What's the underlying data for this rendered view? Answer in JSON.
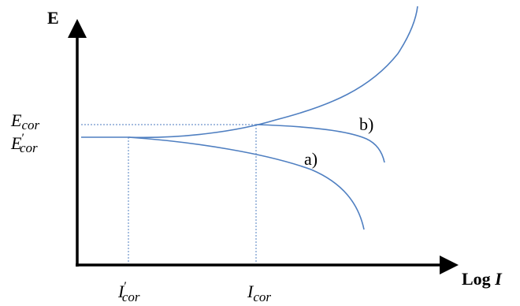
{
  "axes": {
    "y_label": "E",
    "x_label_prefix": "Log ",
    "x_label_var": "I"
  },
  "levels": {
    "e_cor": {
      "base": "E",
      "sub": "cor",
      "prime": ""
    },
    "e_cor_prime": {
      "base": "E",
      "sub": "cor",
      "prime": "′"
    }
  },
  "currents": {
    "i_cor_prime": {
      "base": "I",
      "sub": "cor",
      "prime": "′"
    },
    "i_cor": {
      "base": "I",
      "sub": "cor",
      "prime": ""
    }
  },
  "curves": {
    "a_label": "a)",
    "b_label": "b)"
  },
  "colors": {
    "curve": "#4f7fc1",
    "guide": "#6f95cc",
    "axis": "#000000"
  }
}
